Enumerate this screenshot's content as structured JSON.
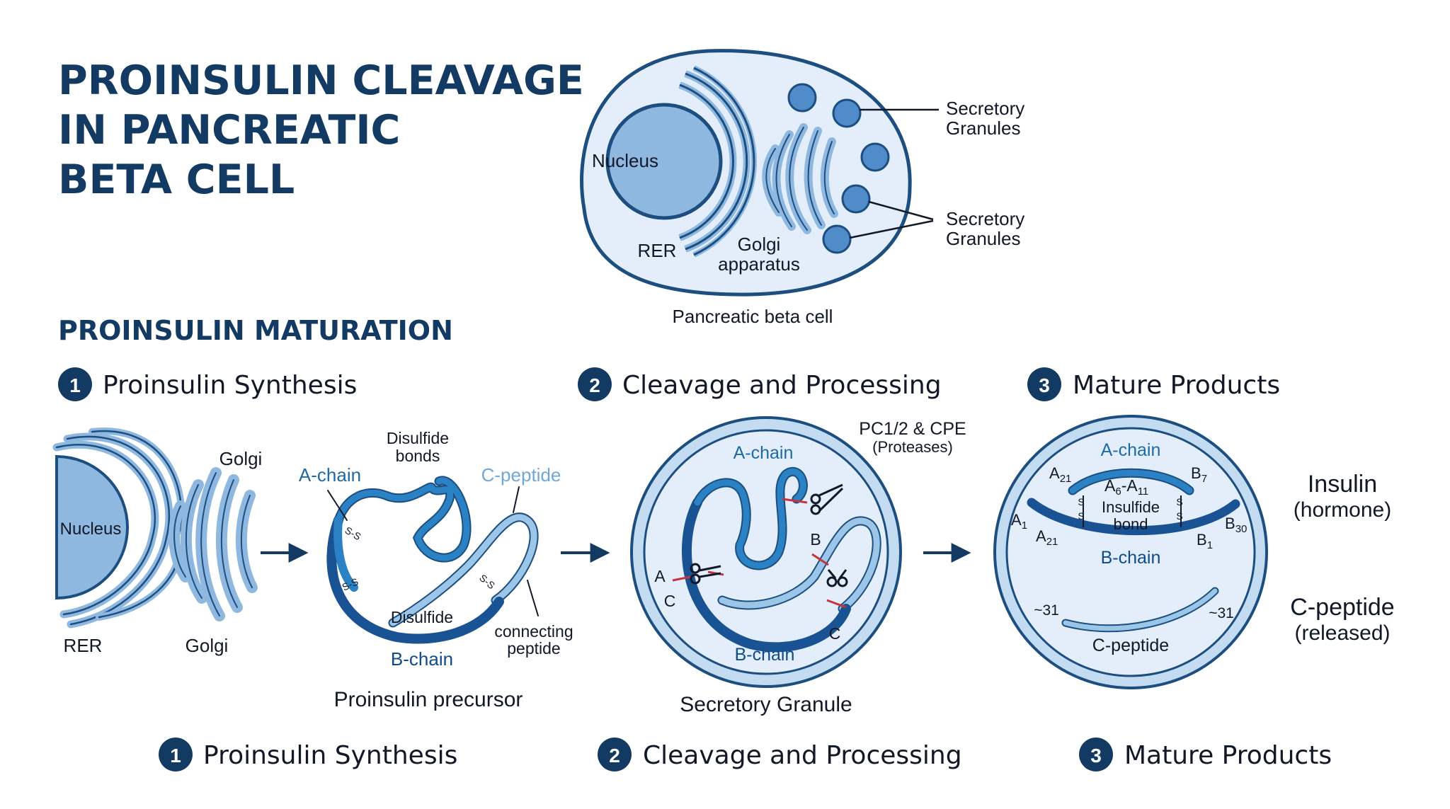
{
  "title_lines": [
    "PROINSULIN CLEAVAGE",
    "IN PANCREATIC",
    "BETA CELL"
  ],
  "colors": {
    "navy": "#123a63",
    "cell_fill": "#e3eefa",
    "cell_stroke": "#1d4e80",
    "organelle": "#8fb8e0",
    "granule": "#4f8cc9",
    "a_chain": "#2a82c4",
    "b_chain": "#1a5394",
    "c_peptide": "#9cc6e8",
    "cleavage": "#c2353f"
  },
  "beta_cell": {
    "nucleus": "Nucleus",
    "rer": "RER",
    "golgi_line1": "Golgi",
    "golgi_line2": "apparatus",
    "granules_label_1a": "Secretory",
    "granules_label_1b": "Granules",
    "granules_label_2a": "Secretory",
    "granules_label_2b": "Granules",
    "caption": "Pancreatic beta cell"
  },
  "section_title": "PROINSULIN MATURATION",
  "steps": [
    {
      "num": "1",
      "label": "Proinsulin Synthesis"
    },
    {
      "num": "2",
      "label": "Cleavage and Processing"
    },
    {
      "num": "3",
      "label": "Mature Products"
    }
  ],
  "panel1": {
    "nucleus": "Nucleus",
    "golgi_top": "Golgi",
    "rer": "RER",
    "golgi_bottom": "Golgi"
  },
  "panel2": {
    "disulfide_bonds_line1": "Disulfide",
    "disulfide_bonds_line2": "bonds",
    "a_chain": "A-chain",
    "c_peptide": "C-peptide",
    "disulfide": "Disulfide",
    "connecting_line1": "connecting",
    "connecting_line2": "peptide",
    "b_chain": "B-chain",
    "caption": "Proinsulin precursor",
    "ss": "S-S"
  },
  "panel3": {
    "enzymes_line1": "PC1/2 & CPE",
    "enzymes_line2": "(Proteases)",
    "a_chain": "A-chain",
    "b_chain": "B-chain",
    "site_a": "A",
    "site_c1": "C",
    "site_b": "B",
    "site_c2": "C",
    "caption": "Secretory Granule"
  },
  "panel4": {
    "a_chain": "A-chain",
    "b_chain": "B-chain",
    "c_peptide": "C-peptide",
    "insulfide_line1": "Insulfide",
    "insulfide_line2": "bond",
    "a6": "A",
    "a6_sub": "6",
    "a11": "-A",
    "a11_sub": "11",
    "a21_top": "A",
    "a21_top_sub": "21",
    "b7": "B",
    "b7_sub": "7",
    "a1": "A",
    "a1_sub": "1",
    "a21_bottom": "A",
    "a21_bottom_sub": "21",
    "b30": "B",
    "b30_sub": "30",
    "b1": "B",
    "b1_sub": "1",
    "c_left": "~31",
    "c_right": "~31",
    "s": "S"
  },
  "products": {
    "insulin_line1": "Insulin",
    "insulin_line2": "(hormone)",
    "cpeptide_line1": "C-peptide",
    "cpeptide_line2": "(released)"
  }
}
